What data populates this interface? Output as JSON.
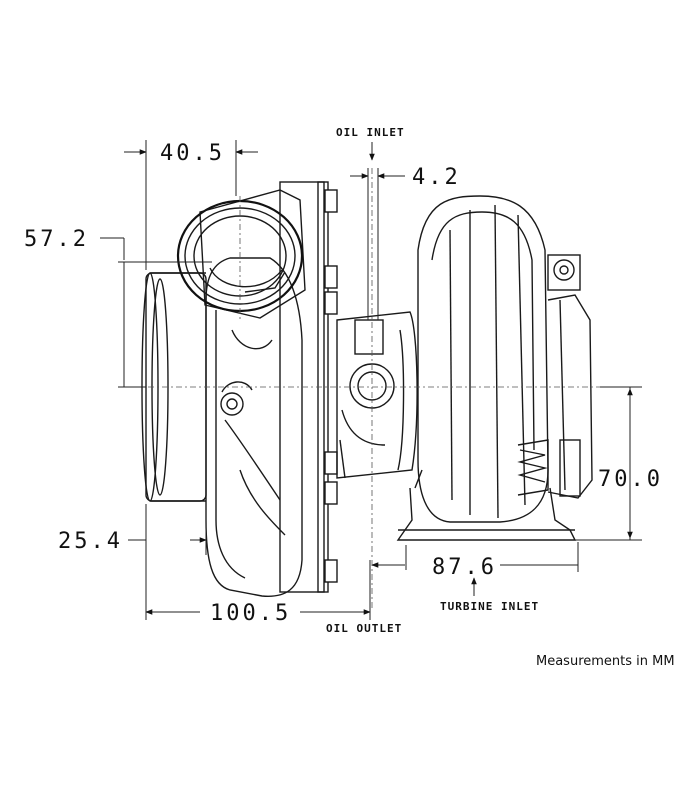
{
  "dimensions": {
    "compressor_inlet_offset": "40.5",
    "oil_inlet_offset": "4.2",
    "inlet_height": "57.2",
    "turbine_height": "70.0",
    "flange_offset": "25.4",
    "overall_to_oil_outlet": "100.5",
    "turbine_inlet_offset": "87.6"
  },
  "callouts": {
    "oil_inlet": "OIL INLET",
    "oil_outlet": "OIL OUTLET",
    "turbine_inlet": "TURBINE INLET"
  },
  "note": "Measurements in MM"
}
